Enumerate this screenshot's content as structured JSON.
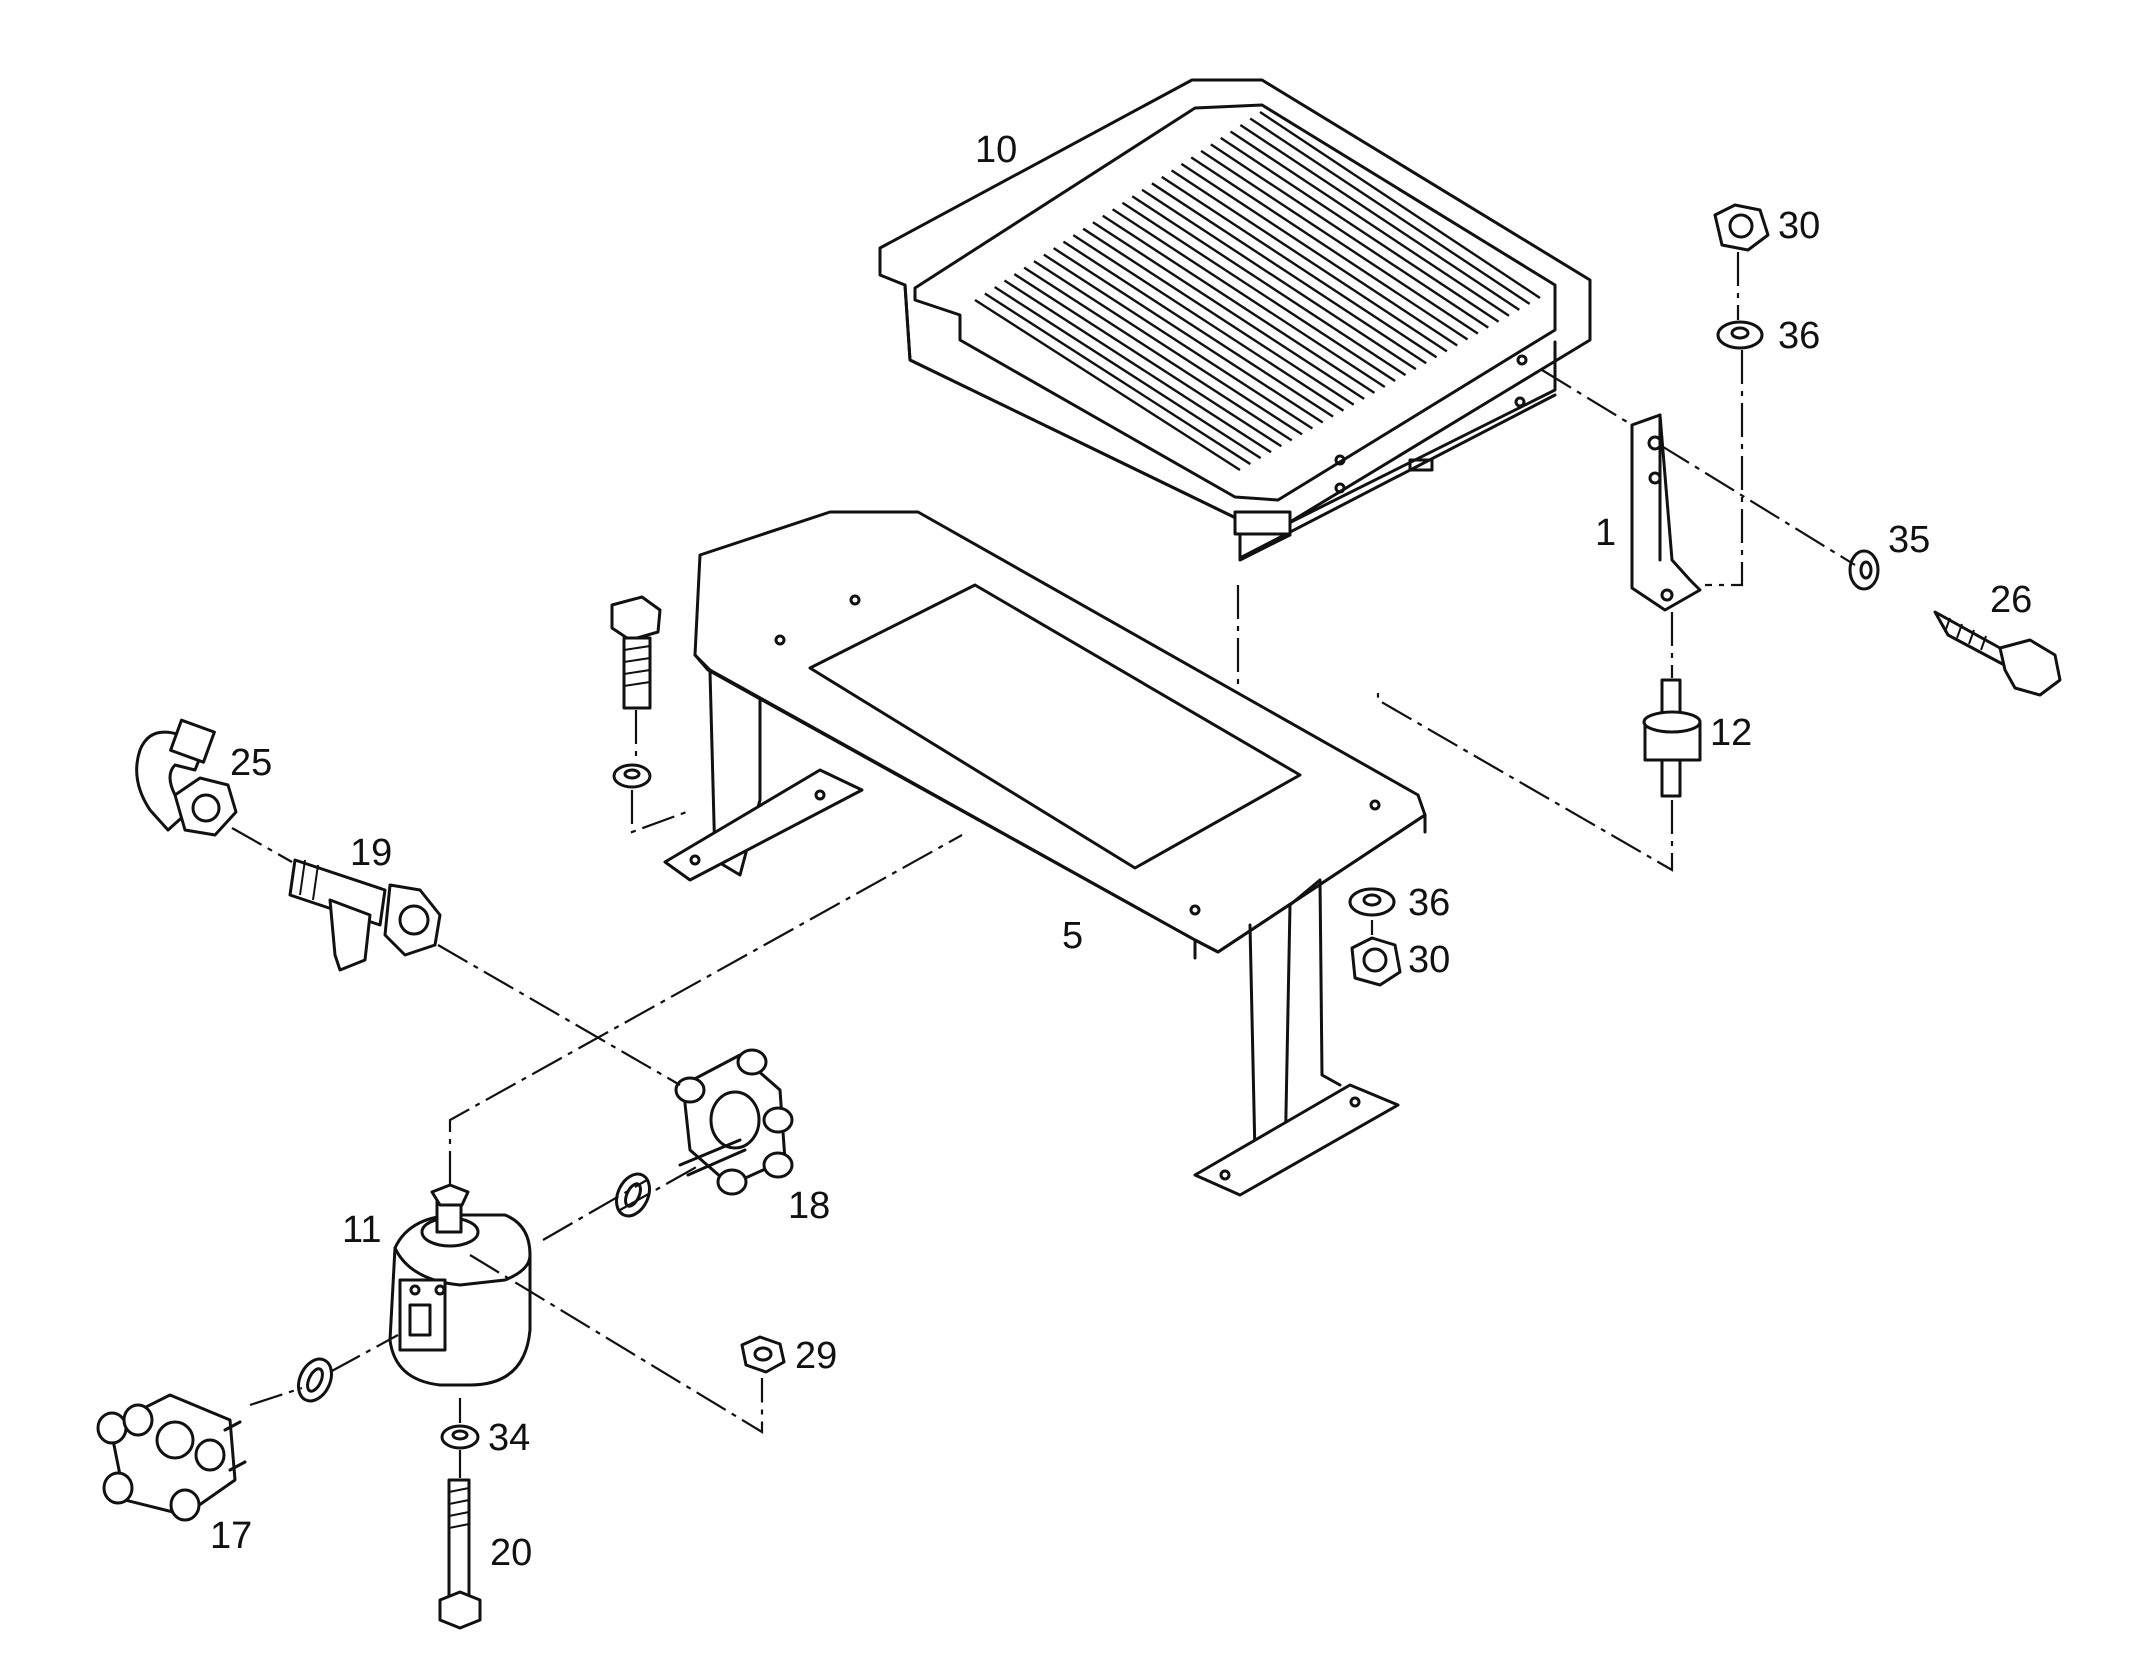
{
  "callouts": [
    {
      "id": "1",
      "text": "1"
    },
    {
      "id": "5",
      "text": "5"
    },
    {
      "id": "10",
      "text": "10"
    },
    {
      "id": "11",
      "text": "11"
    },
    {
      "id": "12",
      "text": "12"
    },
    {
      "id": "17",
      "text": "17"
    },
    {
      "id": "18",
      "text": "18"
    },
    {
      "id": "19",
      "text": "19"
    },
    {
      "id": "20",
      "text": "20"
    },
    {
      "id": "25",
      "text": "25"
    },
    {
      "id": "26",
      "text": "26"
    },
    {
      "id": "29",
      "text": "29"
    },
    {
      "id": "30a",
      "text": "30"
    },
    {
      "id": "30b",
      "text": "30"
    },
    {
      "id": "34",
      "text": "34"
    },
    {
      "id": "35",
      "text": "35"
    },
    {
      "id": "36a",
      "text": "36"
    },
    {
      "id": "36b",
      "text": "36"
    }
  ],
  "style": {
    "ink": "#111111",
    "paper": "#ffffff"
  }
}
